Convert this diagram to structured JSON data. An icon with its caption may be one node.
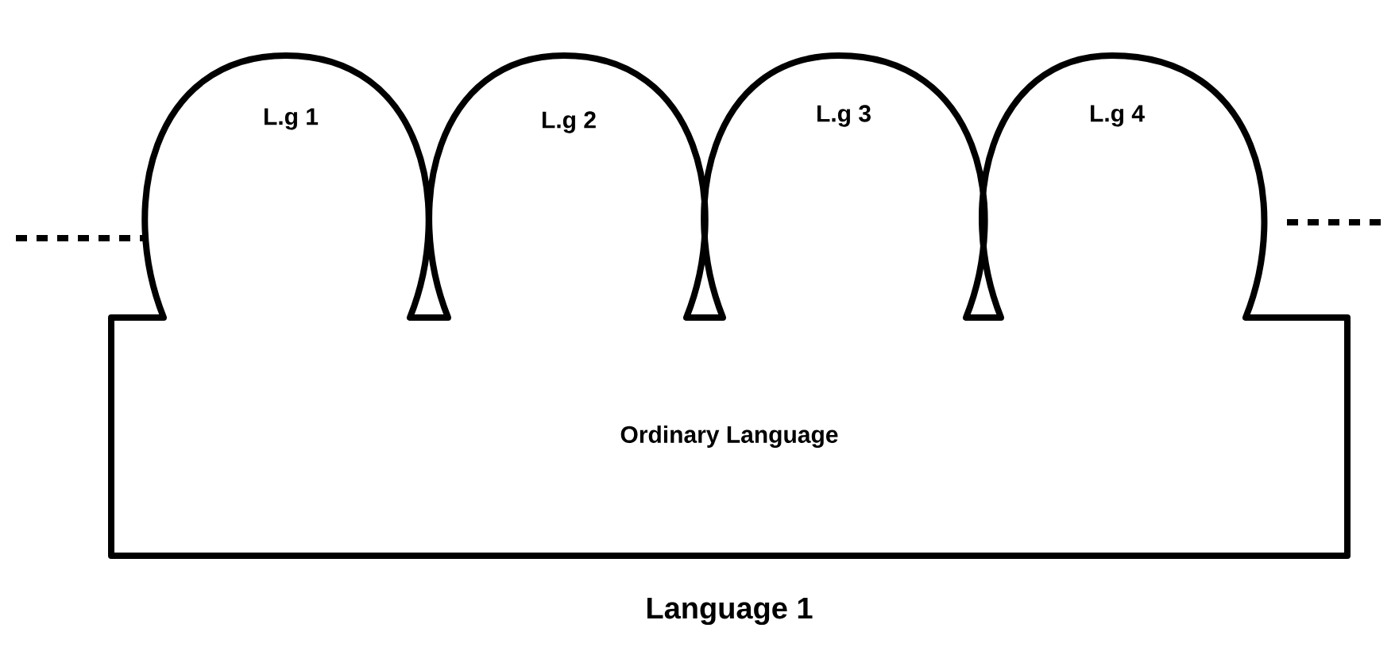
{
  "diagram": {
    "caption": "Language 1",
    "nodes": [
      {
        "text": [
          "Ordinary Language"
        ]
      },
      {
        "text": [
          "L.g 1"
        ]
      },
      {
        "text": [
          "L.g 2"
        ]
      },
      {
        "text": [
          "L.g 3"
        ]
      },
      {
        "text": [
          "L.g 4"
        ]
      }
    ]
  }
}
